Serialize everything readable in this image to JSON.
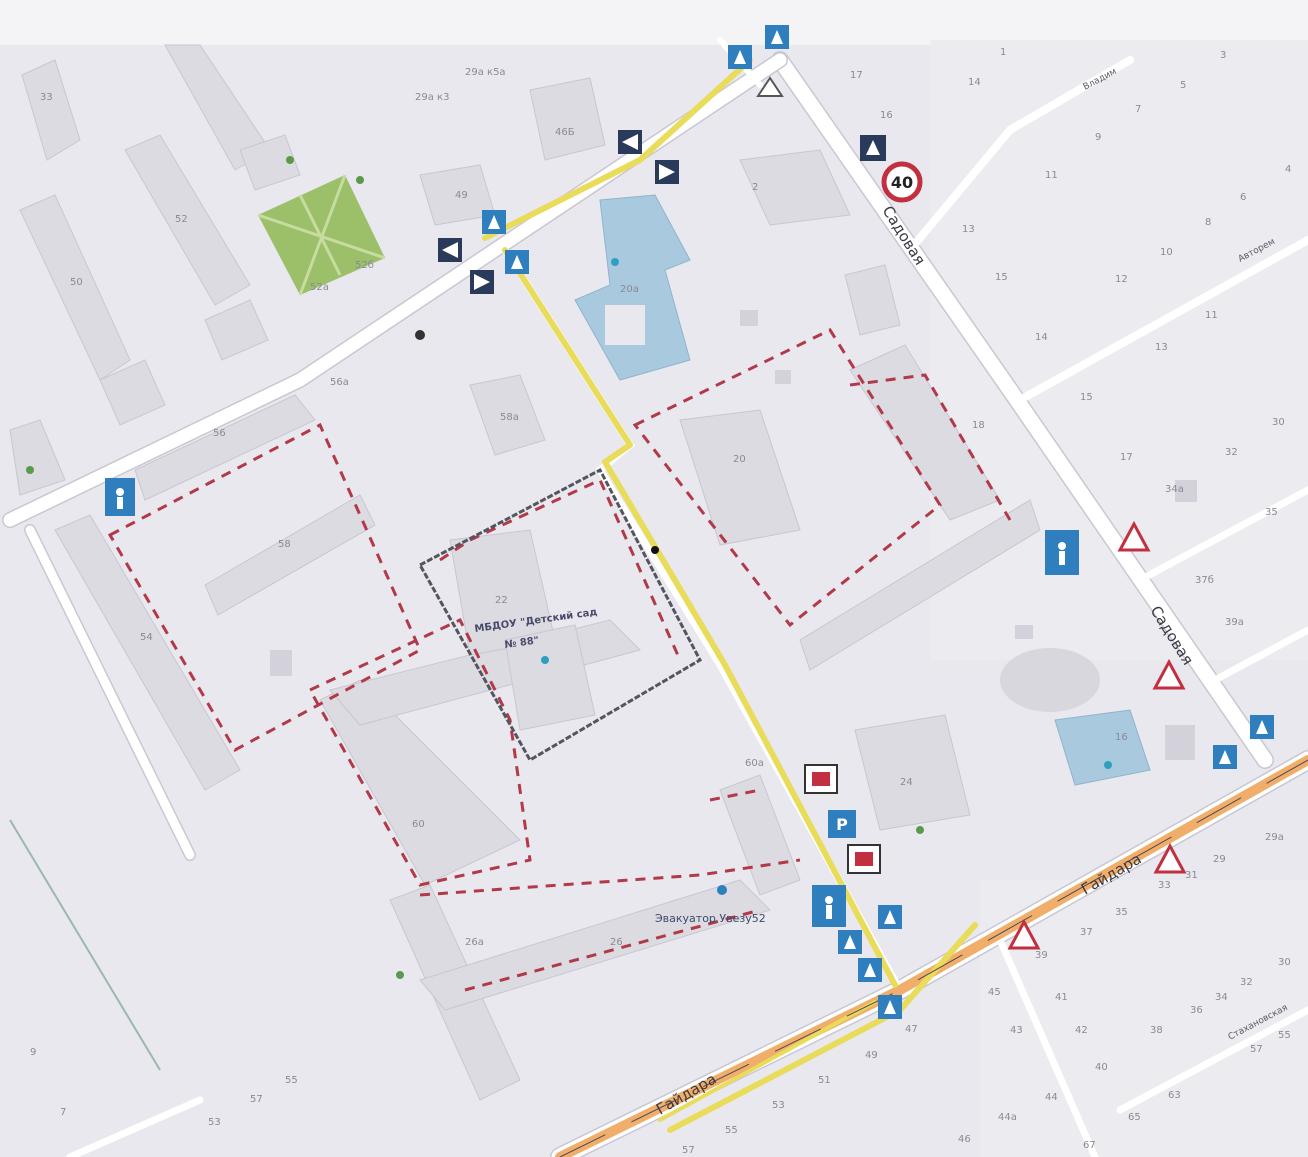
{
  "colors": {
    "background": "#e9e8ef",
    "route_yellow": "#e8dc5a",
    "main_road_orange": "#f0a55a",
    "zone_red": "#b23a48",
    "kindergarten_border": "#555560",
    "sign_blue": "#2f7fbf",
    "park_green": "#9cc06a",
    "blue_building": "#a9c9de"
  },
  "streets": {
    "sadovaya_top": "Садовая",
    "sadovaya_bottom": "Садовая",
    "gaidara_left": "Гайдара",
    "gaidara_right": "Гайдара",
    "vladim": "Владим",
    "avtorem": "Авторем",
    "stakhanovskaya": "Стахановская"
  },
  "pois": {
    "kindergarten_line1": "МБДОУ \"Детский сад",
    "kindergarten_line2": "№ 88\"",
    "evacuator": "Эвакуатор Увезу52"
  },
  "signs": {
    "speed_limit": "40",
    "parking": "P"
  },
  "house_numbers": {
    "h33": "33",
    "h29ak3": "29а к3",
    "h29ak5a": "29а к5а",
    "h49": "49",
    "h46b": "46Б",
    "h52": "52",
    "h52b": "52б",
    "h52a": "52а",
    "h50": "50",
    "h56a": "56а",
    "h56": "56",
    "h58a": "58а",
    "h58": "58",
    "h54": "54",
    "h22": "22",
    "h20a": "20а",
    "h20": "20",
    "h18": "18",
    "h60": "60",
    "h60a": "60а",
    "h26a": "26а",
    "h26": "26",
    "h24": "24",
    "h16": "16",
    "h17": "17",
    "h14": "14",
    "h16b": "16",
    "h13": "13",
    "h15": "15",
    "h14b": "14",
    "h12": "12",
    "h10": "10",
    "h9": "9",
    "h7": "7",
    "h5": "5",
    "h3": "3",
    "h4": "4",
    "h6": "6",
    "h8": "8",
    "h11": "11",
    "h11b": "11",
    "h13b": "13",
    "h15b": "15",
    "h17b": "17",
    "h34a": "34а",
    "h32": "32",
    "h30": "30",
    "h35": "35",
    "h37b": "37б",
    "h39a": "39а",
    "h29a": "29а",
    "h29": "29",
    "h31": "31",
    "h33b": "33",
    "h35b": "35",
    "h37": "37",
    "h39": "39",
    "h41": "41",
    "h42": "42",
    "h43": "43",
    "h45": "45",
    "h36": "36",
    "h34": "34",
    "h32b": "32",
    "h30b": "30",
    "h38": "38",
    "h40": "40",
    "h44": "44",
    "h44a": "44а",
    "h46": "46",
    "h47": "47",
    "h49b": "49",
    "h51": "51",
    "h53": "53",
    "h55": "55",
    "h57": "57",
    "h55b": "55",
    "h57b": "57",
    "h63": "63",
    "h65": "65",
    "h67": "67",
    "h53b": "53",
    "h55c": "55",
    "h57c": "57",
    "h9b": "9",
    "h7b": "7",
    "h1": "1",
    "h2": "2"
  }
}
